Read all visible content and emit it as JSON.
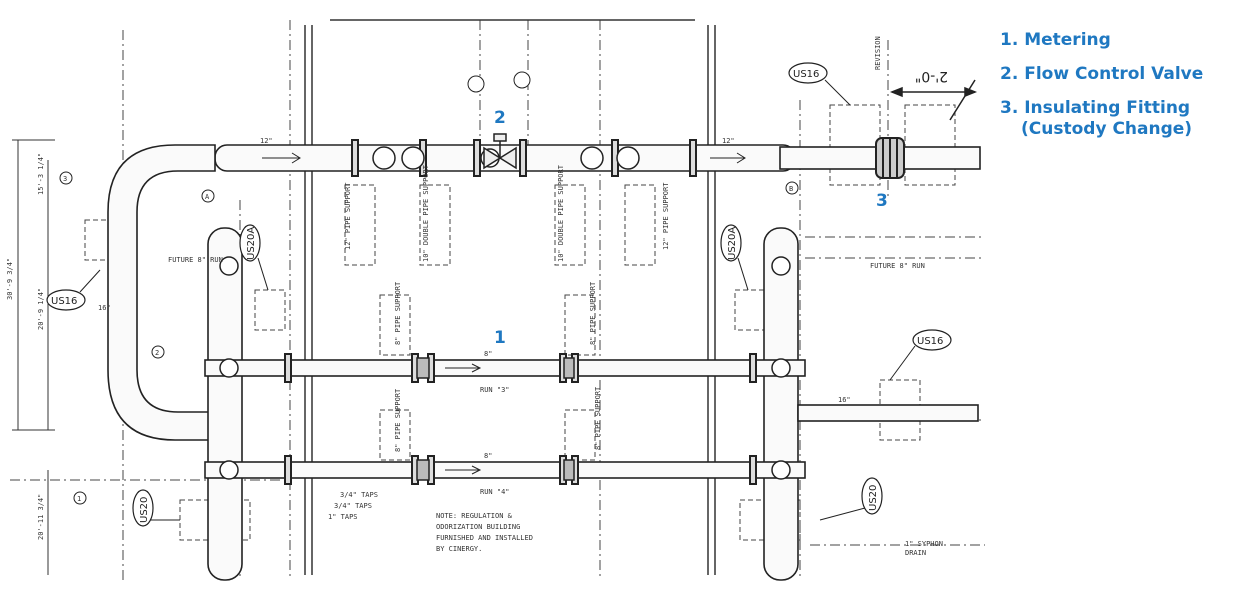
{
  "legend": {
    "item1": "1. Metering",
    "item2": "2. Flow Control Valve",
    "item3_line1": "3. Insulating Fitting",
    "item3_line2": "(Custody Change)"
  },
  "callouts": {
    "c1": "1",
    "c2": "2",
    "c3": "3"
  },
  "drawing": {
    "tags": {
      "us16_top": "US16",
      "us16_left": "US16",
      "us16_right": "US16",
      "us20a_left": "US20A",
      "us20a_right": "US20A",
      "us20_left": "US20",
      "us20_right": "US20"
    },
    "dimension": "2'-0\"",
    "notes": {
      "header_top_left": "12\"",
      "header_top_right": "12\"",
      "size_16_left": "16\"",
      "size_16_right": "16\"",
      "run_3": "RUN \"3\"",
      "run_4": "RUN \"4\"",
      "run_size_upper": "8\"",
      "run_size_lower": "8\"",
      "future_left": "FUTURE 8\" RUN",
      "future_right": "FUTURE 8\" RUN",
      "support_12_left": "12\" PIPE SUPPORT",
      "support_10_left": "10\" DOUBLE PIPE SUPPORT",
      "support_10_right": "10\" DOUBLE PIPE SUPPORT",
      "support_12_right": "12\" PIPE SUPPORT",
      "support_8a": "8\" PIPE SUPPORT",
      "support_8b": "8\" PIPE SUPPORT",
      "support_8c": "8\" PIPE SUPPORT",
      "support_8d": "8\" PIPE SUPPORT",
      "taps_1": "3/4\" TAPS",
      "taps_2": "3/4\" TAPS",
      "taps_3": "1\" TAPS",
      "note_line1": "NOTE: REGULATION &",
      "note_line2": "ODORIZATION BUILDING",
      "note_line3": "FURNISHED AND INSTALLED",
      "note_line4": "BY CINERGY.",
      "revision": "REVISION",
      "siphon_1": "1\" SYPHON",
      "siphon_2": "DRAIN",
      "vdim_left_1": "15'-3 1/4\"",
      "vdim_left_2": "30'-9 3/4\"",
      "vdim_left_3": "20'-9 1/4\"",
      "vdim_left_4": "20'-11 3/4\"",
      "circle_a": "A",
      "circle_b": "B",
      "circle_1": "1",
      "circle_2": "2",
      "circle_3": "3"
    }
  }
}
